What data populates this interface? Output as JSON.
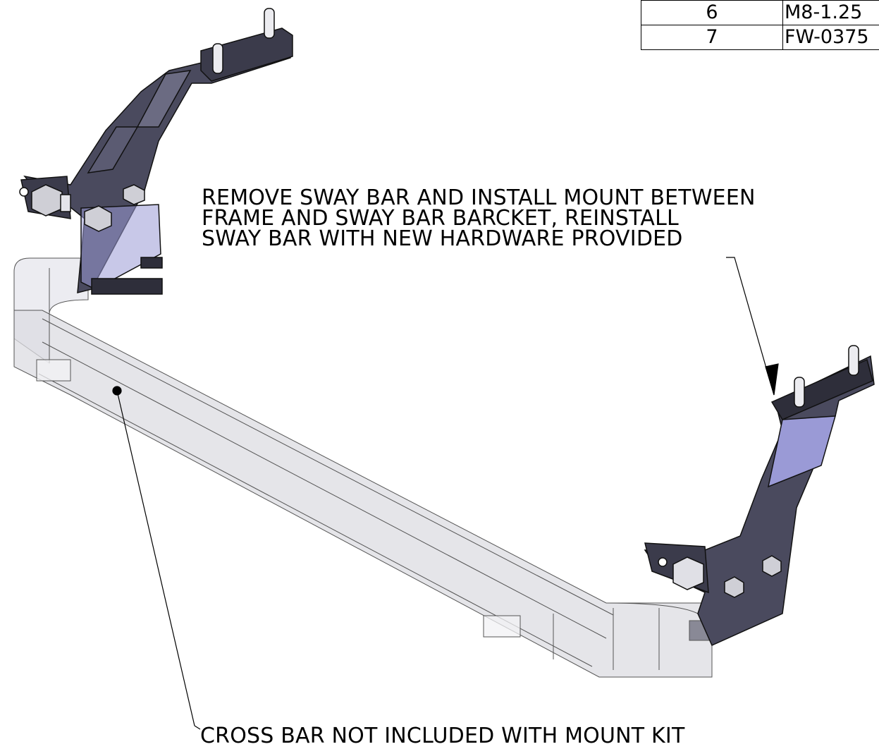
{
  "bom": {
    "rows": [
      {
        "item": "6",
        "part": "M8-1.25"
      },
      {
        "item": "7",
        "part": "FW-0375"
      }
    ]
  },
  "callouts": {
    "sway_bar_note": "REMOVE SWAY BAR AND INSTALL MOUNT BETWEEN\nFRAME AND SWAY BAR BARCKET, REINSTALL\nSWAY BAR WITH NEW HARDWARE PROVIDED",
    "cross_bar_note": "CROSS BAR NOT INCLUDED WITH MOUNT KIT"
  },
  "colors": {
    "bracket_dark": "#3b3b4b",
    "bracket_face": "#4a4a5e",
    "bracket_highlight": "#9a9ad6",
    "crossbar_fill": "#e4e4ea",
    "line": "#000000"
  }
}
